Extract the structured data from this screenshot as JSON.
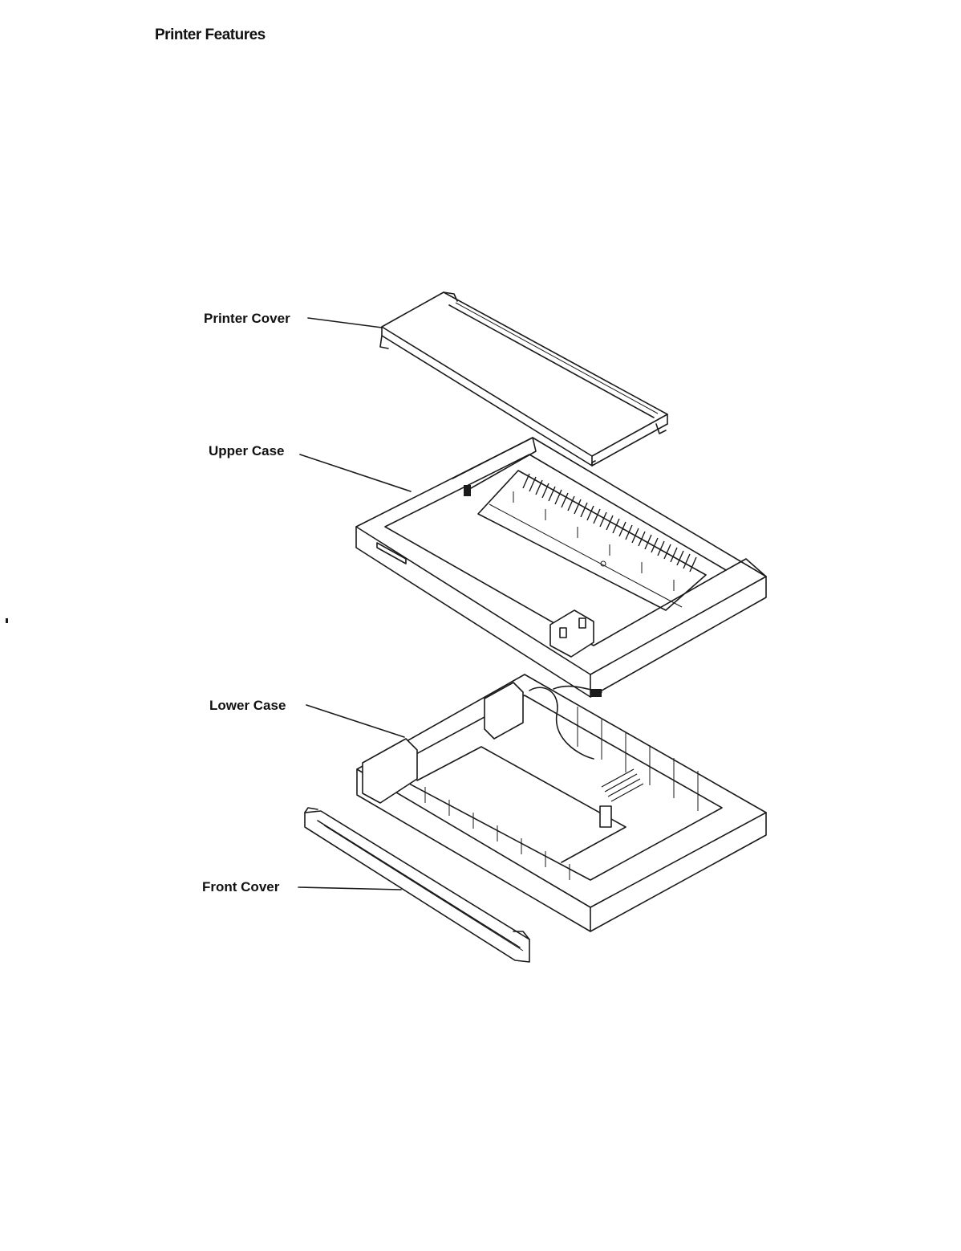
{
  "page": {
    "heading": "Printer Features"
  },
  "parts": [
    {
      "id": "printer-cover",
      "label": "Printer Cover"
    },
    {
      "id": "upper-case",
      "label": "Upper Case"
    },
    {
      "id": "lower-case",
      "label": "Lower Case"
    },
    {
      "id": "front-cover",
      "label": "Front Cover"
    }
  ]
}
